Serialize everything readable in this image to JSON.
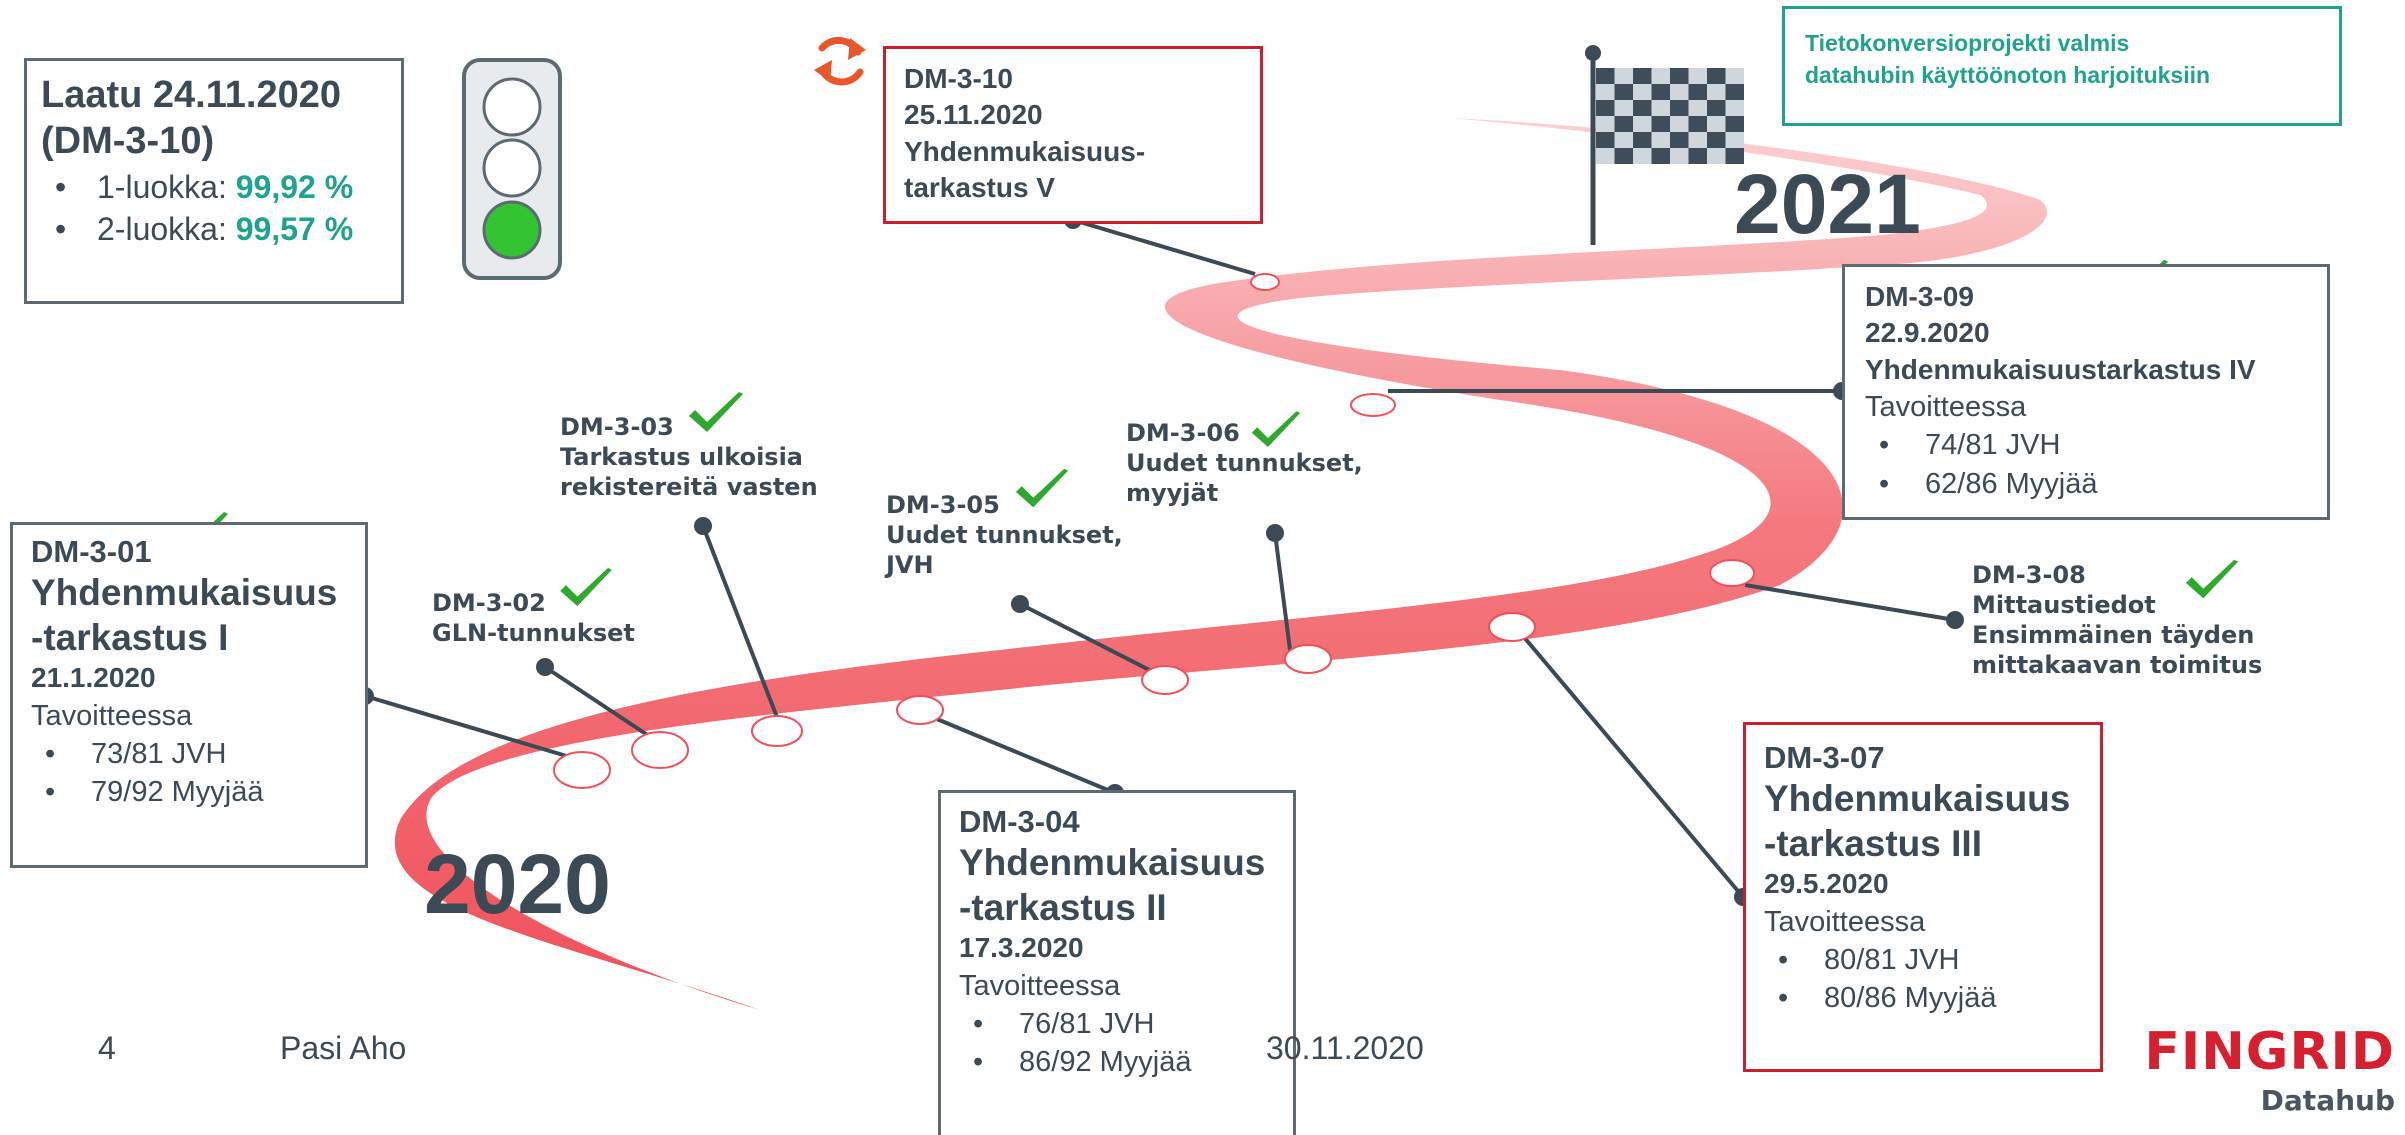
{
  "quality": {
    "title_line1": "Laatu 24.11.2020",
    "title_line2": "(DM-3-10)",
    "items": [
      {
        "label": "1-luokka: ",
        "value": "99,92 %"
      },
      {
        "label": "2-luokka: ",
        "value": "99,57 %"
      }
    ]
  },
  "traffic_light": {
    "active": "green",
    "lamp_off": "#ffffff",
    "lamp_green": "#33c333"
  },
  "goal_note": {
    "line1": "Tietokonversioprojekti valmis",
    "line2": "datahubin käyttöönoton harjoituksiin"
  },
  "years": {
    "start": "2020",
    "end": "2021"
  },
  "milestones": {
    "dm301": {
      "id": "DM-3-01",
      "title1": "Yhdenmukaisuus",
      "title2": "-tarkastus I",
      "date": "21.1.2020",
      "status": "Tavoitteessa",
      "items": [
        "73/81 JVH",
        "79/92 Myyjää"
      ]
    },
    "dm302": {
      "id": "DM-3-02",
      "line1": "GLN-tunnukset"
    },
    "dm303": {
      "id": "DM-3-03",
      "line1": "Tarkastus ulkoisia",
      "line2": "rekistereitä vasten"
    },
    "dm304": {
      "id": "DM-3-04",
      "title1": "Yhdenmukaisuus",
      "title2": "-tarkastus II",
      "date": "17.3.2020",
      "status": "Tavoitteessa",
      "items": [
        "76/81 JVH",
        "86/92 Myyjää"
      ]
    },
    "dm305": {
      "id": "DM-3-05",
      "line1": "Uudet tunnukset,",
      "line2": "JVH"
    },
    "dm306": {
      "id": "DM-3-06",
      "line1": "Uudet tunnukset,",
      "line2": "myyjät"
    },
    "dm307": {
      "id": "DM-3-07",
      "title1": "Yhdenmukaisuus",
      "title2": "-tarkastus III",
      "date": "29.5.2020",
      "status": "Tavoitteessa",
      "items": [
        "80/81 JVH",
        "80/86 Myyjää"
      ]
    },
    "dm308": {
      "id": "DM-3-08",
      "line1": "Mittaustiedot",
      "line2": "Ensimmäinen täyden",
      "line3": "mittakaavan toimitus"
    },
    "dm309": {
      "id": "DM-3-09",
      "date": "22.9.2020",
      "title": "Yhdenmukaisuustarkastus IV",
      "status": "Tavoitteessa",
      "items": [
        "74/81 JVH",
        "62/86 Myyjää"
      ]
    },
    "dm310": {
      "id": "DM-3-10",
      "date": "25.11.2020",
      "title1": "Yhdenmukaisuus-",
      "title2": "tarkastus V"
    }
  },
  "footer": {
    "page_number": "4",
    "author": "Pasi Aho",
    "date": "30.11.2020"
  },
  "logo": {
    "brand": "FINGRID",
    "product": "Datahub"
  },
  "colors": {
    "text": "#3c4a55",
    "road": "#f0505a",
    "check": "#2ea82e",
    "teal": "#1fa38e",
    "red_border": "#c8202c",
    "gray_border": "#5c6b73",
    "brand_red": "#d6202f"
  }
}
